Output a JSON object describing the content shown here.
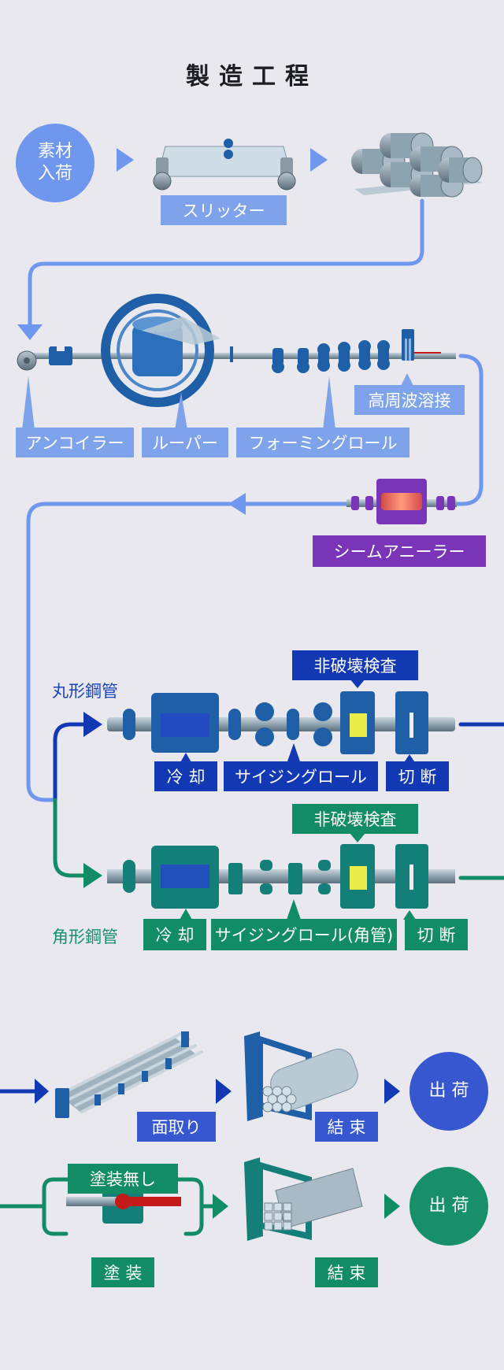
{
  "title": "製造工程",
  "colors": {
    "background": "#e8e8ee",
    "flow_light_blue": "#6f97ee",
    "round_pipe_blue": "#1238b4",
    "square_pipe_green": "#128c64",
    "annealer_purple": "#7a34b8",
    "machine_blue": "#1f5fa8",
    "inspection_yellow": "#ecec4a",
    "paint_red": "#c41a1a"
  },
  "stages": {
    "material_receipt": "素材\n入荷",
    "slitter": "スリッター",
    "uncoiler": "アンコイラー",
    "looper": "ルーパー",
    "forming_roll": "フォーミングロール",
    "hf_welding": "高周波溶接",
    "seam_annealer": "シームアニーラー"
  },
  "round_pipe": {
    "label": "丸形鋼管",
    "inspection": "非破壊検査",
    "cooling": "冷 却",
    "sizing_roll": "サイジングロール",
    "cutting": "切 断",
    "chamfering": "面取り",
    "bundling": "結 束",
    "shipping": "出 荷"
  },
  "square_pipe": {
    "label": "角形鋼管",
    "inspection": "非破壊検査",
    "cooling": "冷 却",
    "sizing_roll": "サイジングロール(角管)",
    "cutting": "切 断",
    "no_painting": "塗装無し",
    "painting": "塗 装",
    "bundling": "結 束",
    "shipping": "出 荷"
  }
}
